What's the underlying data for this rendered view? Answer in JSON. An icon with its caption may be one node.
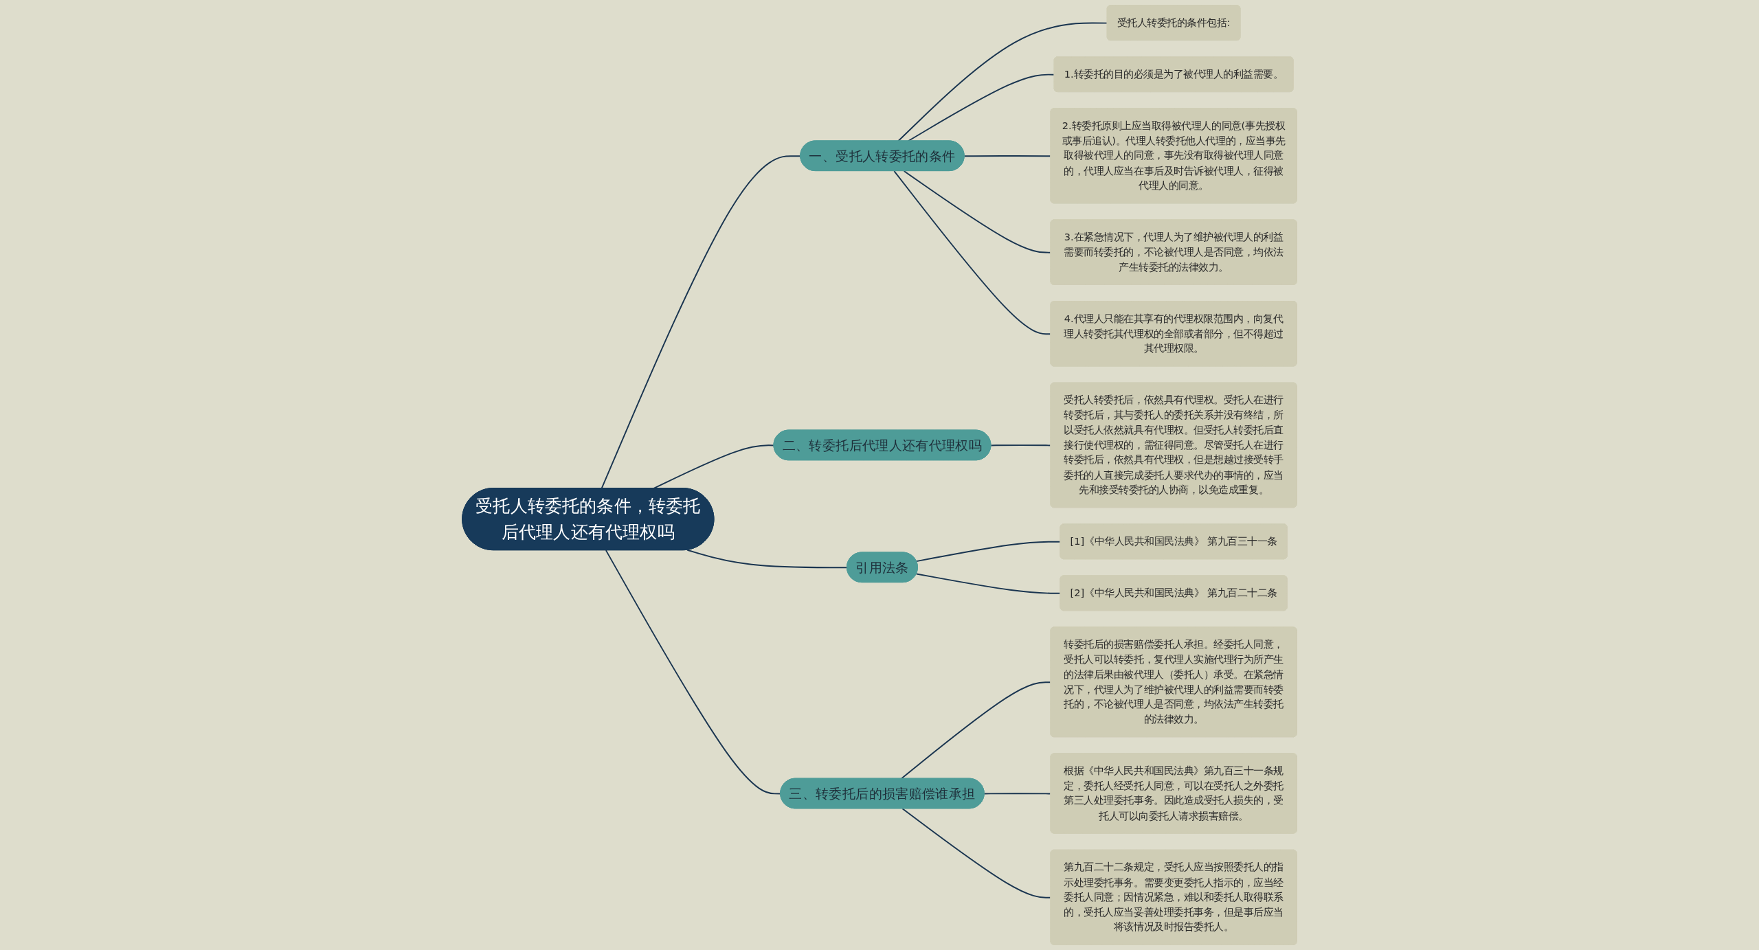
{
  "diagram": {
    "nodes": [
      {
        "text": [
          "受托人转委托的条件，转委托后代理人还有代理权吗"
        ]
      },
      {
        "text": [
          "一、受托人转委托的条件"
        ]
      },
      {
        "text": [
          "受托人转委托的条件包括:"
        ]
      },
      {
        "text": [
          "1.转委托的目的必须是为了被代理人的利益需要。"
        ]
      },
      {
        "text": [
          "2.转委托原则上应当取得被代理人的同意(事先授权或事后追认)。代理人转委托他人代理的，应当事先取得被代理人的同意，事先没有取得被代理人同意的，代理人应当在事后及时告诉被代理人，征得被代理人的同意。"
        ]
      },
      {
        "text": [
          "3.在紧急情况下，代理人为了维护被代理人的利益需要而转委托的，不论被代理人是否同意，均依法产生转委托的法律效力。"
        ]
      },
      {
        "text": [
          "4.代理人只能在其享有的代理权限范围内，向复代理人转委托其代理权的全部或者部分，但不得超过其代理权限。"
        ]
      },
      {
        "text": [
          "二、转委托后代理人还有代理权吗"
        ]
      },
      {
        "text": [
          "受托人转委托后，依然具有代理权。受托人在进行转委托后，其与委托人的委托关系并没有终结，所以受托人依然就具有代理权。但受托人转委托后直接行使代理权的，需征得同意。尽管受托人在进行转委托后，依然具有代理权，但是想越过接受转手委托的人直接完成委托人要求代办的事情的，应当先和接受转委托的人协商，以免造成重复。"
        ]
      },
      {
        "text": [
          "引用法条"
        ]
      },
      {
        "text": [
          "[1]《中华人民共和国民法典》 第九百三十一条"
        ]
      },
      {
        "text": [
          "[2]《中华人民共和国民法典》 第九百二十二条"
        ]
      },
      {
        "text": [
          "三、转委托后的损害赔偿谁承担"
        ]
      },
      {
        "text": [
          "转委托后的损害赔偿委托人承担。经委托人同意，受托人可以转委托，复代理人实施代理行为所产生的法律后果由被代理人（委托人）承受。在紧急情况下，代理人为了维护被代理人的利益需要而转委托的，不论被代理人是否同意，均依法产生转委托的法律效力。"
        ]
      },
      {
        "text": [
          "根据《中华人民共和国民法典》第九百三十一条规定，委托人经受托人同意，可以在受托人之外委托第三人处理委托事务。因此造成受托人损失的，受托人可以向委托人请求损害赔偿。"
        ]
      },
      {
        "text": [
          "第九百二十二条规定，受托人应当按照委托人的指示处理委托事务。需要变更委托人指示的，应当经委托人同意；因情况紧急，难以和委托人取得联系的，受托人应当妥善处理委托事务，但是事后应当将该情况及时报告委托人。"
        ]
      }
    ],
    "edges": [
      {
        "from": 0,
        "to": 1,
        "arrow": "none"
      },
      {
        "from": 1,
        "to": 2,
        "arrow": "none"
      },
      {
        "from": 1,
        "to": 3,
        "arrow": "none"
      },
      {
        "from": 1,
        "to": 4,
        "arrow": "none"
      },
      {
        "from": 1,
        "to": 5,
        "arrow": "none"
      },
      {
        "from": 1,
        "to": 6,
        "arrow": "none"
      },
      {
        "from": 0,
        "to": 7,
        "arrow": "none"
      },
      {
        "from": 7,
        "to": 8,
        "arrow": "none"
      },
      {
        "from": 0,
        "to": 9,
        "arrow": "none"
      },
      {
        "from": 9,
        "to": 10,
        "arrow": "none"
      },
      {
        "from": 9,
        "to": 11,
        "arrow": "none"
      },
      {
        "from": 0,
        "to": 12,
        "arrow": "none"
      },
      {
        "from": 12,
        "to": 13,
        "arrow": "none"
      },
      {
        "from": 12,
        "to": 14,
        "arrow": "none"
      },
      {
        "from": 12,
        "to": 15,
        "arrow": "none"
      }
    ]
  }
}
